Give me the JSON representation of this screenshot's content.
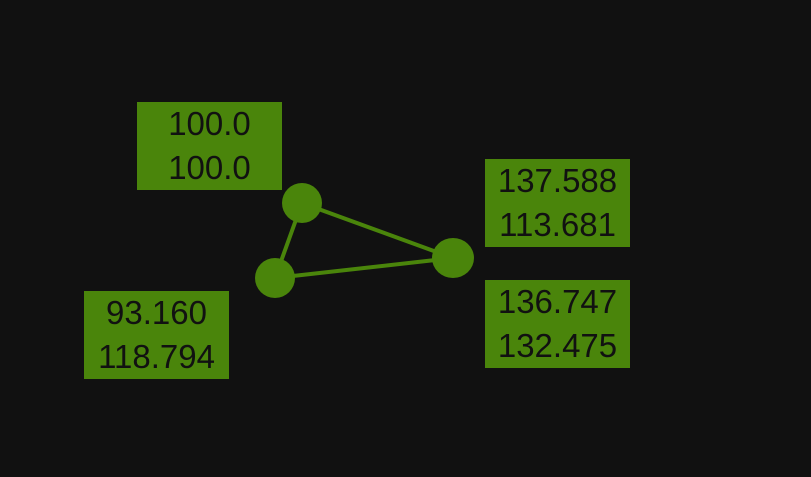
{
  "colors": {
    "background": "#111111",
    "accent": "#4a850b",
    "text": "#111111"
  },
  "labels": {
    "a": {
      "line1": "100.0",
      "line2": "100.0"
    },
    "b": {
      "line1": "137.588",
      "line2": "113.681"
    },
    "c": {
      "line1": "93.160",
      "line2": "118.794"
    },
    "d": {
      "line1": "136.747",
      "line2": "132.475"
    }
  }
}
